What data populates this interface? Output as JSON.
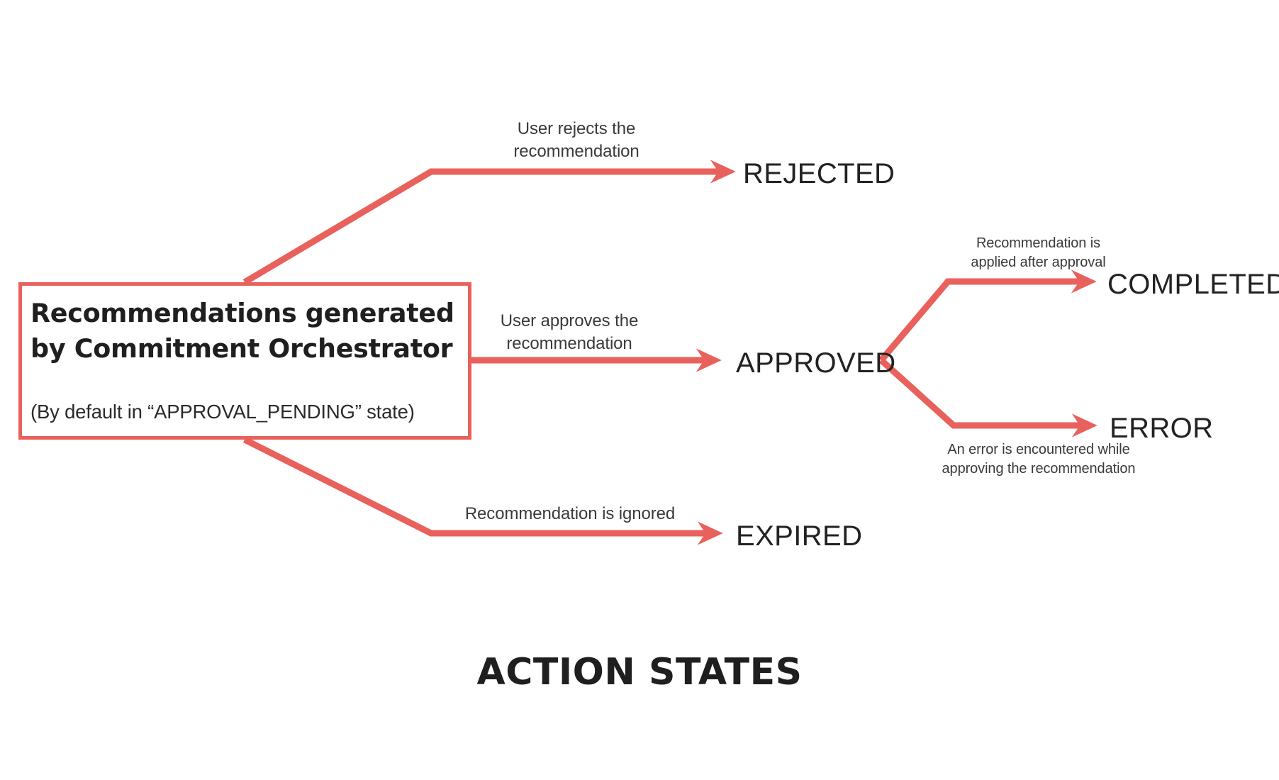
{
  "accent_color": "#e9615c",
  "text_color": "#222222",
  "background_color": "#ffffff",
  "diagram": {
    "title": "ACTION STATES",
    "type": "state-transition-flow",
    "source_node": {
      "title_line_1": "Recommendations generated",
      "title_line_2": "by Commitment Orchestrator",
      "subtitle": "(By default in “APPROVAL_PENDING” state)"
    },
    "states": {
      "rejected": "REJECTED",
      "approved": "APPROVED",
      "expired": "EXPIRED",
      "completed": "COMPLETED",
      "error": "ERROR"
    },
    "transitions": [
      {
        "from": "Recommendations generated by Commitment Orchestrator",
        "to": "REJECTED",
        "caption": "User rejects the\nrecommendation"
      },
      {
        "from": "Recommendations generated by Commitment Orchestrator",
        "to": "APPROVED",
        "caption": "User approves the\nrecommendation"
      },
      {
        "from": "Recommendations generated by Commitment Orchestrator",
        "to": "EXPIRED",
        "caption": "Recommendation is ignored"
      },
      {
        "from": "APPROVED",
        "to": "COMPLETED",
        "caption": "Recommendation is\napplied after approval"
      },
      {
        "from": "APPROVED",
        "to": "ERROR",
        "caption": "An error is encountered while\napproving the recommendation"
      }
    ]
  }
}
